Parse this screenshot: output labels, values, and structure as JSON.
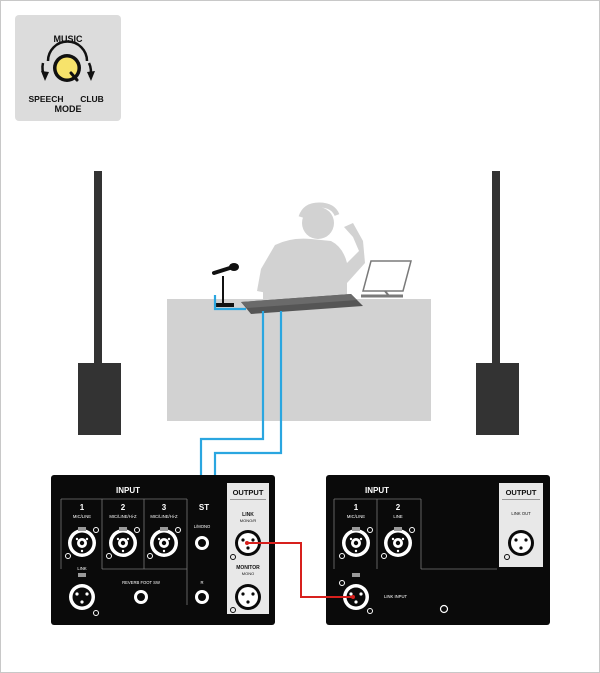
{
  "mode_badge": {
    "music": "MUSIC",
    "speech": "SPEECH",
    "club": "CLUB",
    "mode": "MODE"
  },
  "left_panel": {
    "input_title": "INPUT",
    "output_title": "OUTPUT",
    "ch1_num": "1",
    "ch1_label": "MIC/LINE",
    "ch2_num": "2",
    "ch2_label": "MIC/LINE/Hi-Z",
    "ch3_num": "3",
    "ch3_label": "MIC/LINE/Hi-Z",
    "st_num": "ST",
    "st_l_label": "L/MONO",
    "st_r_label": "R",
    "link_label": "LINK",
    "reverb_label": "REVERB FOOT SW",
    "link_out_label": "LINK",
    "link_out_sub": "MONO/R",
    "monitor_label": "MONITOR",
    "monitor_sub": "MONO"
  },
  "right_panel": {
    "input_title": "INPUT",
    "output_title": "OUTPUT",
    "ch1_num": "1",
    "ch1_label": "MIC/LINE",
    "ch2_num": "2",
    "ch2_label": "LINE",
    "link_out_label": "LINK OUT",
    "link_input_label": "LINK INPUT"
  },
  "colors": {
    "cable_blue": "#2aa6e0",
    "cable_red": "#d7201d",
    "panel_black": "#0a0a0a",
    "output_panel": "#e8e8e8",
    "table_gray": "#d2d2d2",
    "speaker": "#333333",
    "badge_bg": "#dcdcdc",
    "dial_yellow": "#f7e36b"
  }
}
